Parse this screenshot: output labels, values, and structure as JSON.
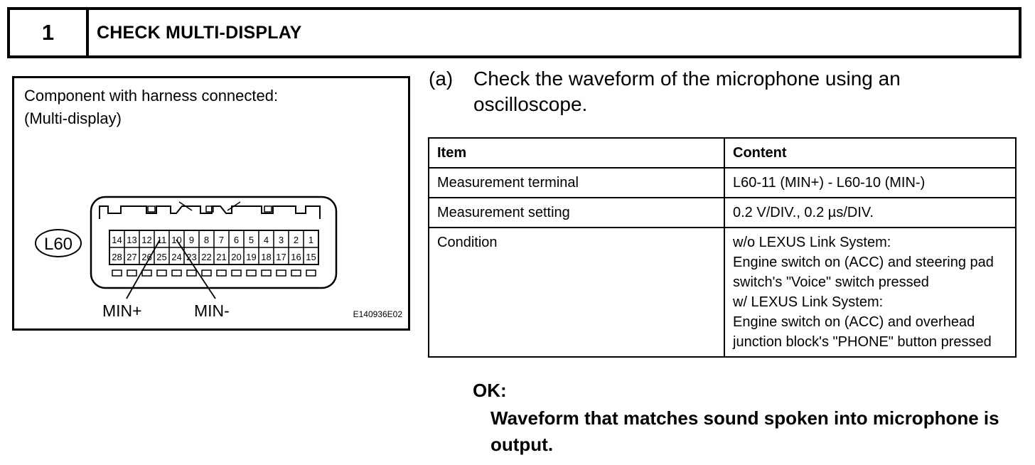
{
  "header": {
    "step_number": "1",
    "title": "CHECK MULTI-DISPLAY"
  },
  "figure": {
    "caption_line1": "Component with harness connected:",
    "caption_line2": "(Multi-display)",
    "connector_label": "L60",
    "pins_top": [
      "14",
      "13",
      "12",
      "11",
      "10",
      "9",
      "8",
      "7",
      "6",
      "5",
      "4",
      "3",
      "2",
      "1"
    ],
    "pins_bottom": [
      "28",
      "27",
      "26",
      "25",
      "24",
      "23",
      "22",
      "21",
      "20",
      "19",
      "18",
      "17",
      "16",
      "15"
    ],
    "callouts": [
      "MIN+",
      "MIN-"
    ],
    "figure_code": "E140936E02"
  },
  "step": {
    "label": "(a)",
    "text": "Check the waveform of the microphone using an oscilloscope."
  },
  "table": {
    "headers": [
      "Item",
      "Content"
    ],
    "rows": [
      {
        "item": "Measurement terminal",
        "content": [
          "L60-11 (MIN+) - L60-10 (MIN-)"
        ]
      },
      {
        "item": "Measurement setting",
        "content": [
          "0.2 V/DIV., 0.2 µs/DIV."
        ]
      },
      {
        "item": "Condition",
        "content": [
          "w/o LEXUS Link System:",
          "Engine switch on (ACC) and steering pad switch's \"Voice\" switch pressed",
          "w/ LEXUS Link System:",
          "Engine switch on (ACC) and overhead junction block's \"PHONE\" button pressed"
        ]
      }
    ]
  },
  "ok": {
    "label": "OK:",
    "text": "Waveform that matches sound spoken into microphone is output."
  }
}
